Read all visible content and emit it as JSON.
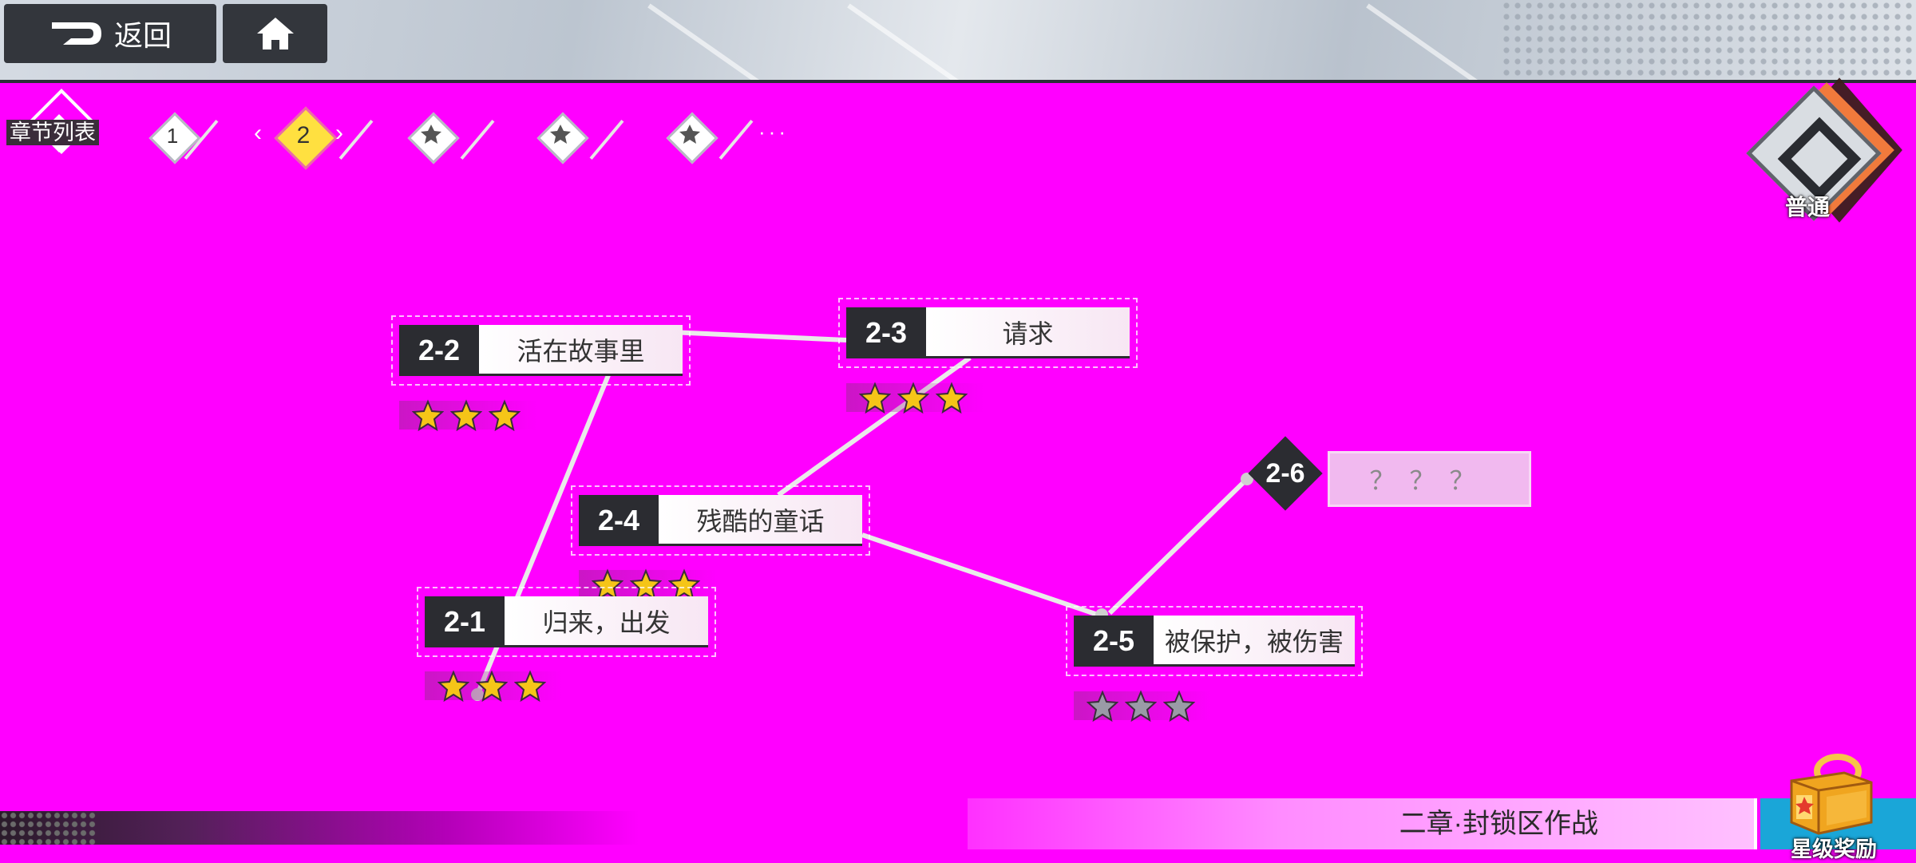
{
  "topbar": {
    "back_label": "返回",
    "back_icon": "back-arrow-icon",
    "home_icon": "home-icon"
  },
  "chapters": {
    "list_label": "章节列表",
    "tabs": [
      {
        "label": "1",
        "state": "cleared"
      },
      {
        "label": "2",
        "state": "current"
      },
      {
        "label": "",
        "state": "locked",
        "icon": "lock-icon"
      },
      {
        "label": "",
        "state": "locked",
        "icon": "lock-icon"
      },
      {
        "label": "",
        "state": "locked",
        "icon": "lock-icon"
      }
    ],
    "more": "···"
  },
  "difficulty": {
    "label": "普通"
  },
  "stages": [
    {
      "id": "2-1",
      "name": "归来，出发",
      "stars": 3
    },
    {
      "id": "2-2",
      "name": "活在故事里",
      "stars": 3
    },
    {
      "id": "2-3",
      "name": "请求",
      "stars": 3
    },
    {
      "id": "2-4",
      "name": "残酷的童话",
      "stars": 3
    },
    {
      "id": "2-5",
      "name": "被保护，被伤害",
      "stars": 0
    },
    {
      "id": "2-6",
      "name": "？？？",
      "locked": true
    }
  ],
  "chapter_title": "二章·封锁区作战",
  "reward": {
    "label": "星级奖励",
    "icon": "treasure-chest-icon"
  },
  "colors": {
    "background": "#ff00ff",
    "star_filled": "#f5c518",
    "star_empty": "#9a9aa6",
    "stage_number_bg": "#2b2c31",
    "reward_bg": "#1aa6d8"
  }
}
